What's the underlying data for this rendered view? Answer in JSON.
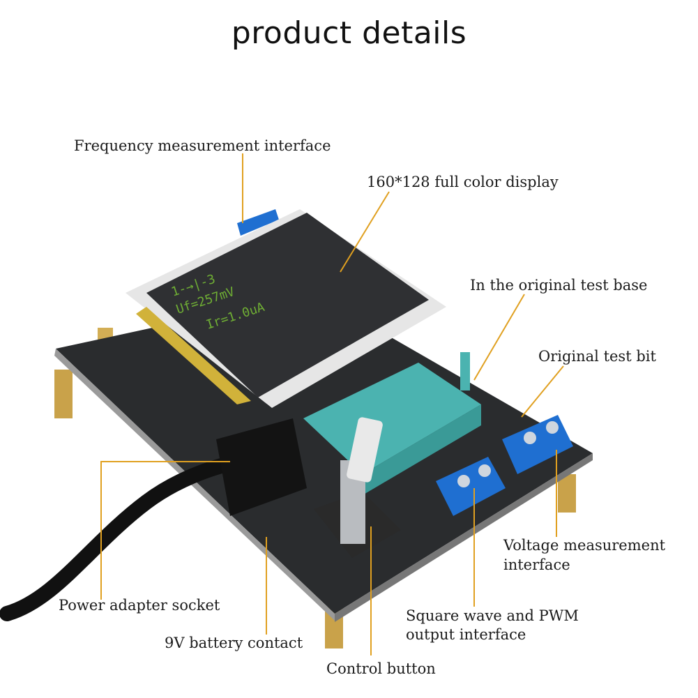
{
  "title": "product details",
  "screen_text": {
    "line1": "1-→|-3",
    "line2": "Uf=257mV",
    "line3": "Ir=1.0uA"
  },
  "labels": {
    "frequency": "Frequency measurement interface",
    "display": "160*128 full color display",
    "test_base": "In the original test base",
    "test_bit": "Original test bit",
    "voltage_1": "Voltage measurement",
    "voltage_2": "interface",
    "square_1": "Square wave and PWM",
    "square_2": "output interface",
    "power": "Power adapter socket",
    "battery": "9V battery contact",
    "control": "Control button"
  },
  "colors": {
    "leader": "#e0a020",
    "pcb": "#1b1d1f",
    "screen_text": "#6fae34",
    "terminal": "#1f6fd1",
    "socket": "#4bb3b0"
  }
}
